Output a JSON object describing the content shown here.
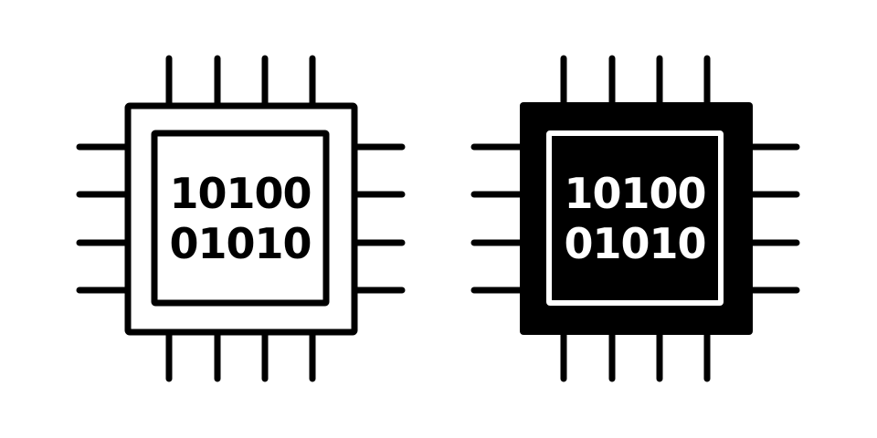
{
  "icons": [
    {
      "name": "outline-chip-icon",
      "style": "outline",
      "lines": [
        "10100",
        "01010"
      ],
      "colors": {
        "stroke": "#000000",
        "body": "#ffffff",
        "text": "#000000"
      }
    },
    {
      "name": "solid-chip-icon",
      "style": "solid",
      "lines": [
        "10100",
        "01010"
      ],
      "colors": {
        "stroke": "#000000",
        "body": "#000000",
        "text": "#ffffff",
        "inner": "#ffffff"
      }
    }
  ]
}
